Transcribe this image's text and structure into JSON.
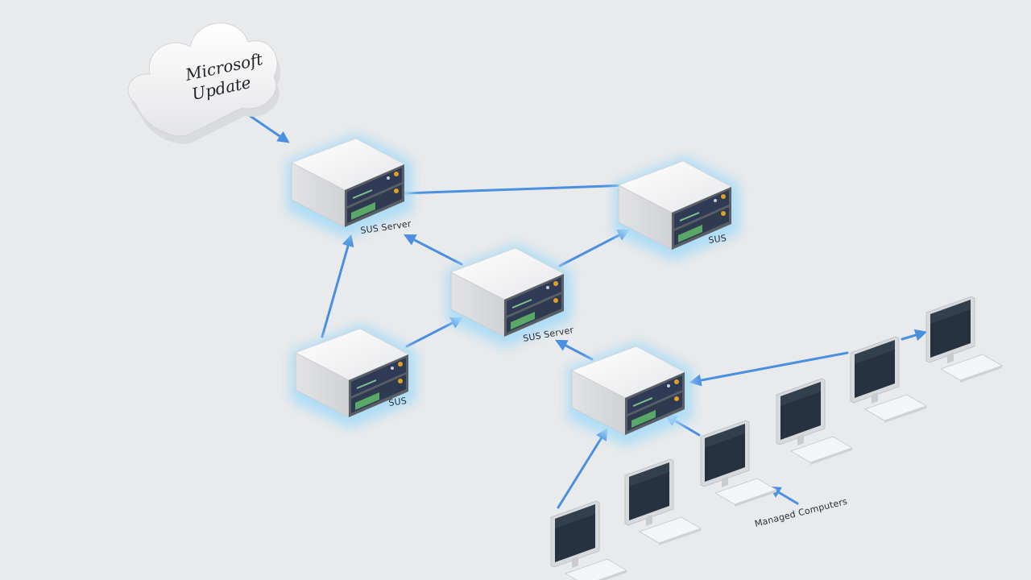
{
  "cloud": {
    "line1": "Microsoft",
    "line2": "Update"
  },
  "servers": [
    {
      "id": "server-top-left",
      "label": "SUS Server"
    },
    {
      "id": "server-top-right",
      "label": "SUS"
    },
    {
      "id": "server-center",
      "label": "SUS Server"
    },
    {
      "id": "server-left",
      "label": "SUS"
    },
    {
      "id": "server-lower",
      "label": ""
    }
  ],
  "clients_label": "Managed Computers",
  "colors": {
    "arrow": "#4a8fe0",
    "glow": "#a9dcf7",
    "background": "#e9eaeb"
  },
  "icons": [
    "cloud-icon",
    "server-icon",
    "monitor-icon",
    "keyboard-icon"
  ]
}
